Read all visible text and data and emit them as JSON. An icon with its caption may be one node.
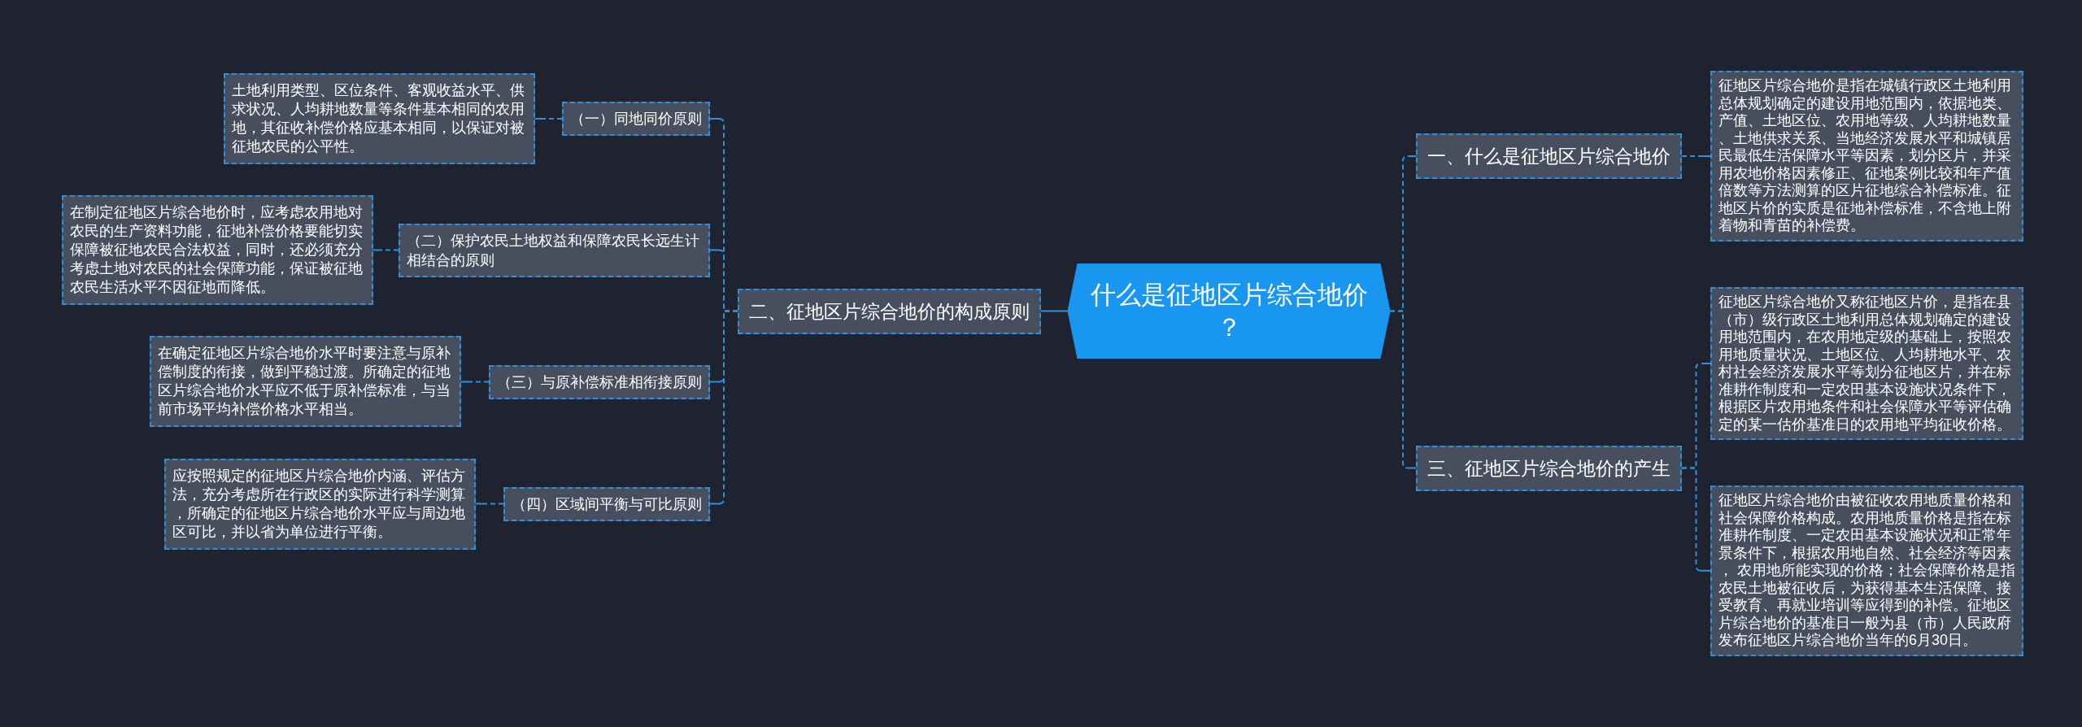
{
  "diagram": {
    "nodes": [
      {
        "text": [
          "什么是征地区片综合地价？"
        ]
      },
      {
        "text": [
          "一、什么是征地区片综合地价"
        ]
      },
      {
        "text": [
          "征地区片综合地价是指在城镇行政区土地利用总体规划确定的建设用地范围内，依据地类、产值、土地区位、农用地等级、人均耕地数量、土地供求关系、当地经济发展水平和城镇居民最低生活保障水平等因素，划分区片，并采用农地价格因素修正、征地案例比较和年产值倍数等方法测算的区片征地综合补偿标准。征地区片价的实质是征地补偿标准，不含地上附着物和青苗的补偿费。"
        ]
      },
      {
        "text": [
          "二、征地区片综合地价的构成原则"
        ]
      },
      {
        "text": [
          "（一）同地同价原则"
        ]
      },
      {
        "text": [
          "土地利用类型、区位条件、客观收益水平、供求状况、人均耕地数量等条件基本相同的农用地，其征收补偿价格应基本相同，以保证对被征地农民的公平性。"
        ]
      },
      {
        "text": [
          "（二）保护农民土地权益和保障农民长远生计相结合的原则"
        ]
      },
      {
        "text": [
          "在制定征地区片综合地价时，应考虑农用地对农民的生产资料功能，征地补偿价格要能切实保障被征地农民合法权益，同时，还必须充分考虑土地对农民的社会保障功能，保证被征地农民生活水平不因征地而降低。"
        ]
      },
      {
        "text": [
          "（三）与原补偿标准相衔接原则"
        ]
      },
      {
        "text": [
          "在确定征地区片综合地价水平时要注意与原补偿制度的衔接，做到平稳过渡。所确定的征地区片综合地价水平应不低于原补偿标准，与当前市场平均补偿价格水平相当。"
        ]
      },
      {
        "text": [
          "（四）区域间平衡与可比原则"
        ]
      },
      {
        "text": [
          "应按照规定的征地区片综合地价内涵、评估方法，充分考虑所在行政区的实际进行科学测算，所确定的征地区片综合地价水平应与周边地区可比，并以省为单位进行平衡。"
        ]
      },
      {
        "text": [
          "三、征地区片综合地价的产生"
        ]
      },
      {
        "text": [
          "征地区片综合地价又称征地区片价，是指在县（市）级行政区土地利用总体规划确定的建设用地范围内，在农用地定级的基础上，按照农用地质量状况、土地区位、人均耕地水平、农村社会经济发展水平等划分征地区片，并在标准耕作制度和一定农田基本设施状况条件下，根据区片农用地条件和社会保障水平等评估确定的某一估价基准日的农用地平均征收价格。"
        ]
      },
      {
        "text": [
          "征地区片综合地价由被征收农用地质量价格和社会保障价格构成。农用地质量价格是指在标准耕作制度、一定农田基本设施状况和正常年景条件下，根据农用地自然、社会经济等因素， 农用地所能实现的价格；社会保障价格是指农民土地被征收后，为获得基本生活保障、接受教育、再就业培训等应得到的补偿。征地区片综合地价的基准日一般为县（市）人民政府发布征地区片综合地价当年的6月30日。"
        ]
      }
    ],
    "edges": [
      {
        "from": 0,
        "to": 1,
        "arrow": "none",
        "style": "dashed"
      },
      {
        "from": 1,
        "to": 2,
        "arrow": "none",
        "style": "dashed"
      },
      {
        "from": 0,
        "to": 3,
        "arrow": "none"
      },
      {
        "from": 3,
        "to": 4,
        "arrow": "none",
        "style": "dashed"
      },
      {
        "from": 4,
        "to": 5,
        "arrow": "none",
        "style": "dashed"
      },
      {
        "from": 3,
        "to": 6,
        "arrow": "none",
        "style": "dashed"
      },
      {
        "from": 6,
        "to": 7,
        "arrow": "none",
        "style": "dashed"
      },
      {
        "from": 3,
        "to": 8,
        "arrow": "none",
        "style": "dashed"
      },
      {
        "from": 8,
        "to": 9,
        "arrow": "none",
        "style": "dashed"
      },
      {
        "from": 3,
        "to": 10,
        "arrow": "none",
        "style": "dashed"
      },
      {
        "from": 10,
        "to": 11,
        "arrow": "none",
        "style": "dashed"
      },
      {
        "from": 0,
        "to": 12,
        "arrow": "none",
        "style": "dashed"
      },
      {
        "from": 12,
        "to": 13,
        "arrow": "none",
        "style": "dashed"
      },
      {
        "from": 12,
        "to": 14,
        "arrow": "none",
        "style": "dashed"
      }
    ]
  }
}
